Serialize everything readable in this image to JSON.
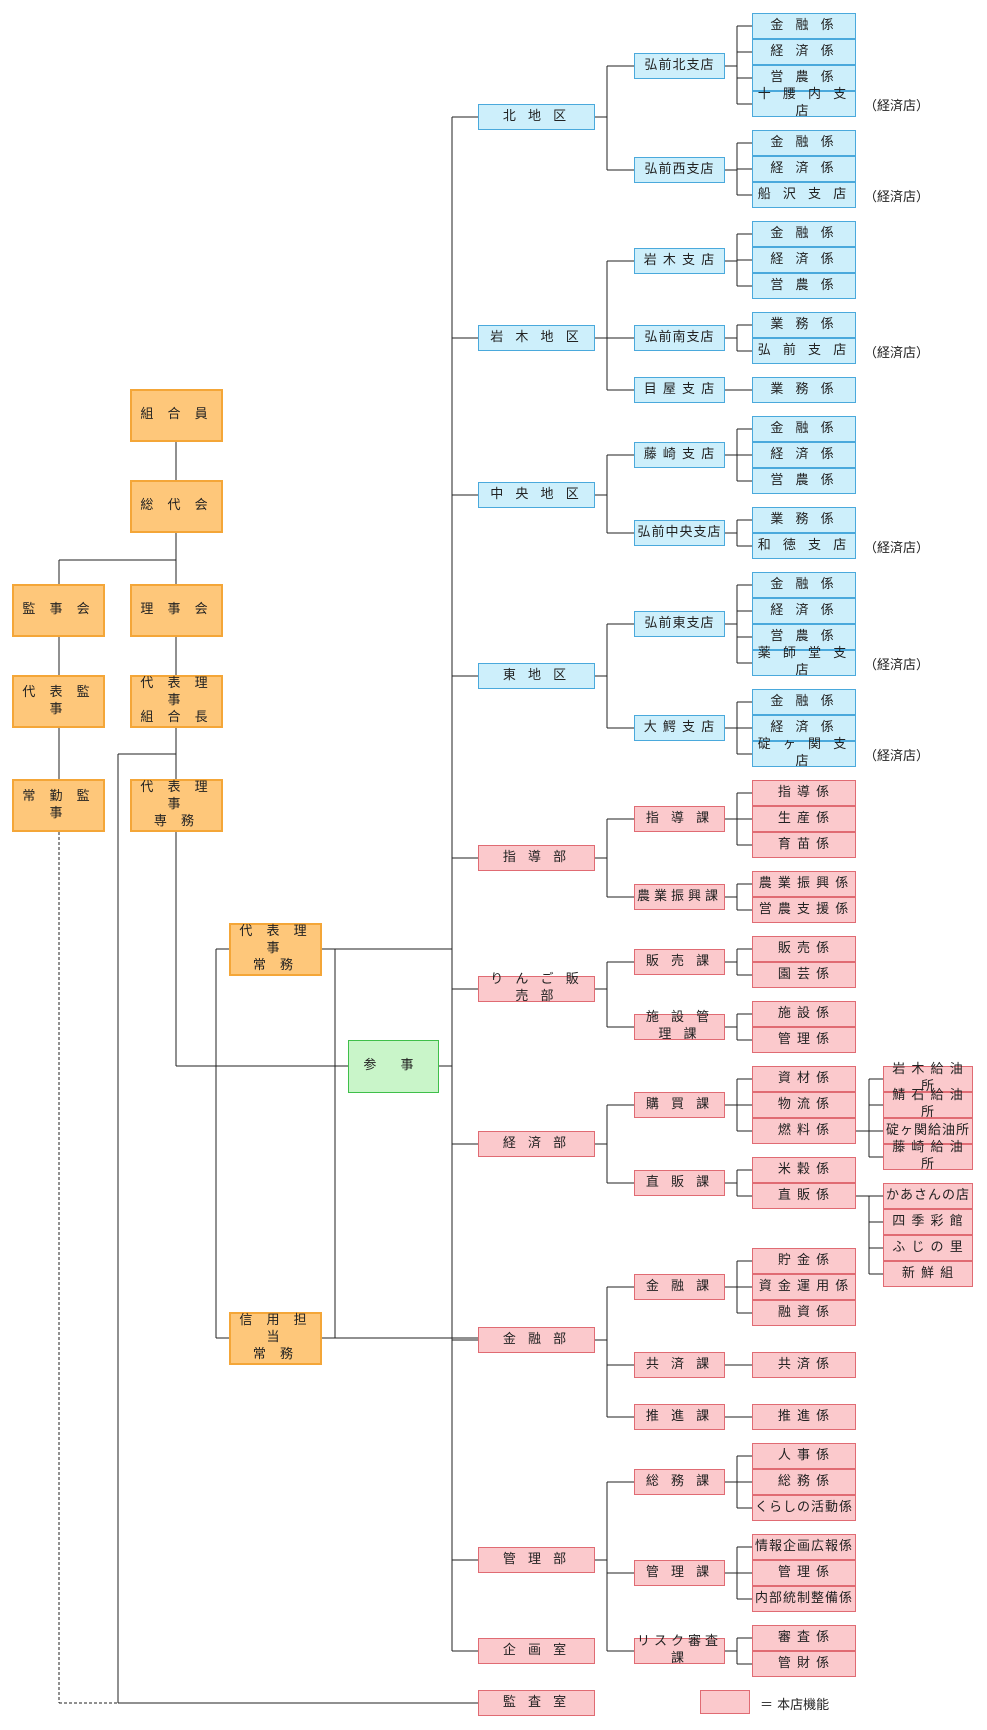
{
  "org_chart": {
    "left": {
      "members": "組 合 員",
      "general_meeting": "総 代 会",
      "auditors_board": "監 事 会",
      "directors_board": "理 事 会",
      "rep_auditor": "代 表 監 事",
      "president": "代 表 理 事\n組 合 長",
      "fulltime_auditor": "常 勤 監 事",
      "senior_director": "代 表 理 事\n専 務",
      "managing_director": "代 表 理 事\n常 務",
      "credit_director": "信 用 担 当\n常 務",
      "councilor": "参 事"
    },
    "districts": [
      {
        "name": "北 地 区",
        "branches": [
          {
            "name": "弘前北支店",
            "sections": [
              {
                "label": "金 融 係"
              },
              {
                "label": "経 済 係"
              },
              {
                "label": "営 農 係"
              },
              {
                "label": "十 腰 内 支 店",
                "note": "（経済店）"
              }
            ]
          },
          {
            "name": "弘前西支店",
            "sections": [
              {
                "label": "金 融 係"
              },
              {
                "label": "経 済 係"
              },
              {
                "label": "船 沢 支 店",
                "note": "（経済店）"
              }
            ]
          }
        ]
      },
      {
        "name": "岩 木 地 区",
        "branches": [
          {
            "name": "岩 木 支 店",
            "sections": [
              {
                "label": "金 融 係"
              },
              {
                "label": "経 済 係"
              },
              {
                "label": "営 農 係"
              }
            ]
          },
          {
            "name": "弘前南支店",
            "sections": [
              {
                "label": "業 務 係"
              },
              {
                "label": "弘 前 支 店",
                "note": "（経済店）"
              }
            ]
          },
          {
            "name": "目 屋 支 店",
            "sections": [
              {
                "label": "業 務 係"
              }
            ]
          }
        ]
      },
      {
        "name": "中 央 地 区",
        "branches": [
          {
            "name": "藤 崎 支 店",
            "sections": [
              {
                "label": "金 融 係"
              },
              {
                "label": "経 済 係"
              },
              {
                "label": "営 農 係"
              }
            ]
          },
          {
            "name": "弘前中央支店",
            "sections": [
              {
                "label": "業 務 係"
              },
              {
                "label": "和 徳 支 店",
                "note": "（経済店）"
              }
            ]
          }
        ]
      },
      {
        "name": "東 地 区",
        "branches": [
          {
            "name": "弘前東支店",
            "sections": [
              {
                "label": "金 融 係"
              },
              {
                "label": "経 済 係"
              },
              {
                "label": "営 農 係"
              },
              {
                "label": "薬 師 堂 支 店",
                "note": "（経済店）"
              }
            ]
          },
          {
            "name": "大 鰐 支 店",
            "sections": [
              {
                "label": "金 融 係"
              },
              {
                "label": "経 済 係"
              },
              {
                "label": "碇 ヶ 関 支 店",
                "note": "（経済店）"
              }
            ]
          }
        ]
      }
    ],
    "departments": [
      {
        "name": "指 導 部",
        "divisions": [
          {
            "name": "指 導 課",
            "sections": [
              {
                "label": "指 導 係"
              },
              {
                "label": "生 産 係"
              },
              {
                "label": "育 苗 係"
              }
            ]
          },
          {
            "name": "農業振興課",
            "sections": [
              {
                "label": "農 業 振 興 係"
              },
              {
                "label": "営 農 支 援 係"
              }
            ]
          }
        ]
      },
      {
        "name": "り ん ご 販 売 部",
        "divisions": [
          {
            "name": "販 売 課",
            "sections": [
              {
                "label": "販 売 係"
              },
              {
                "label": "園 芸 係"
              }
            ]
          },
          {
            "name": "施 設 管 理 課",
            "sections": [
              {
                "label": "施 設 係"
              },
              {
                "label": "管 理 係"
              }
            ]
          }
        ]
      },
      {
        "name": "経 済 部",
        "divisions": [
          {
            "name": "購 買 課",
            "sections": [
              {
                "label": "資 材 係"
              },
              {
                "label": "物 流 係"
              },
              {
                "label": "燃 料 係",
                "subs": [
                  "岩 木 給 油 所",
                  "鯖 石 給 油 所",
                  "碇ヶ関給油所",
                  "藤 崎 給 油 所"
                ]
              }
            ]
          },
          {
            "name": "直 販 課",
            "sections": [
              {
                "label": "米 穀 係"
              },
              {
                "label": "直 販 係",
                "subs": [
                  "かあさんの店",
                  "四 季 彩 館",
                  "ふ じ の 里",
                  "新 鮮 組"
                ]
              }
            ]
          }
        ]
      },
      {
        "name": "金 融 部",
        "divisions": [
          {
            "name": "金 融 課",
            "sections": [
              {
                "label": "貯 金 係"
              },
              {
                "label": "資 金 運 用 係"
              },
              {
                "label": "融 資 係"
              }
            ]
          },
          {
            "name": "共 済 課",
            "sections": [
              {
                "label": "共 済 係"
              }
            ]
          },
          {
            "name": "推 進 課",
            "sections": [
              {
                "label": "推 進 係"
              }
            ]
          }
        ]
      },
      {
        "name": "管 理 部",
        "divisions": [
          {
            "name": "総 務 課",
            "sections": [
              {
                "label": "人 事 係"
              },
              {
                "label": "総 務 係"
              },
              {
                "label": "くらしの活動係"
              }
            ]
          },
          {
            "name": "管 理 課",
            "sections": [
              {
                "label": "情報企画広報係"
              },
              {
                "label": "管 理 係"
              },
              {
                "label": "内部統制整備係"
              }
            ]
          },
          {
            "name": "リスク審査課",
            "sections": [
              {
                "label": "審 査 係"
              },
              {
                "label": "管 財 係"
              }
            ]
          }
        ]
      },
      {
        "name": "企 画 室",
        "divisions": []
      },
      {
        "name": "監 査 室",
        "divisions": []
      }
    ],
    "legend": {
      "label": "＝ 本店機能",
      "color": "#fbc9cc"
    }
  }
}
